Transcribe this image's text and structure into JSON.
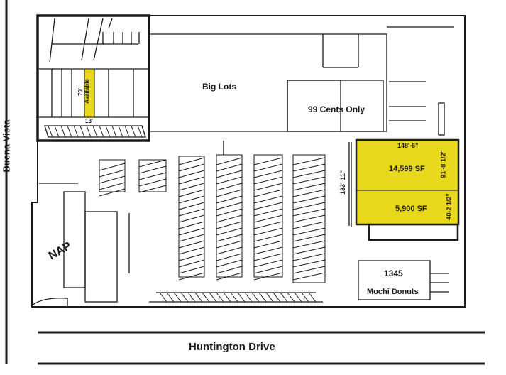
{
  "streets": {
    "left": "Buena Vista",
    "bottom": "Huntington Drive"
  },
  "tenants": [
    {
      "name": "Big Lots"
    },
    {
      "name": "99 Cents Only"
    },
    {
      "number": "1345",
      "name": "Mochi Donuts"
    }
  ],
  "available_pad": {
    "label": "Available",
    "depth": "70'",
    "width": "13'"
  },
  "nap_label": "NAP",
  "suites": [
    {
      "area": "14,599 SF",
      "depth": "91'-8 1/2\""
    },
    {
      "area": "5,900 SF",
      "depth": "40-2 1/2\""
    }
  ],
  "dimensions": {
    "width": "148'-6\"",
    "total_depth": "133'-11\""
  },
  "colors": {
    "available": "#e8d81c",
    "line": "#1a1a1a"
  }
}
